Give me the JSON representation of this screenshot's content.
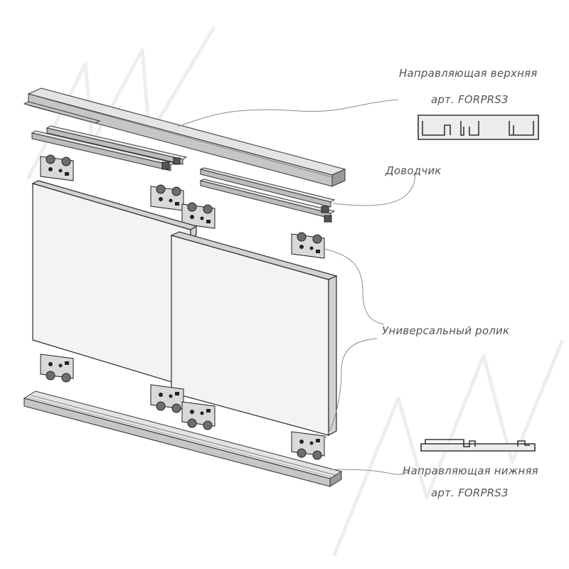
{
  "labels": {
    "top_rail_line1": "Направляющая верхняя",
    "top_rail_line2": "арт. FORPRS3",
    "closer": "Доводчик",
    "roller": "Универсальный ролик",
    "bottom_rail_line1": "Направляющая нижняя",
    "bottom_rail_line2": "арт. FORPRS3"
  },
  "colors": {
    "label_text": "#555555",
    "rail": "#c6c6c6",
    "panel": "#f3f3f3",
    "outline": "#2b2b2b"
  },
  "counts": {
    "door_panels": 2,
    "rollers": 8,
    "closers": 4
  }
}
